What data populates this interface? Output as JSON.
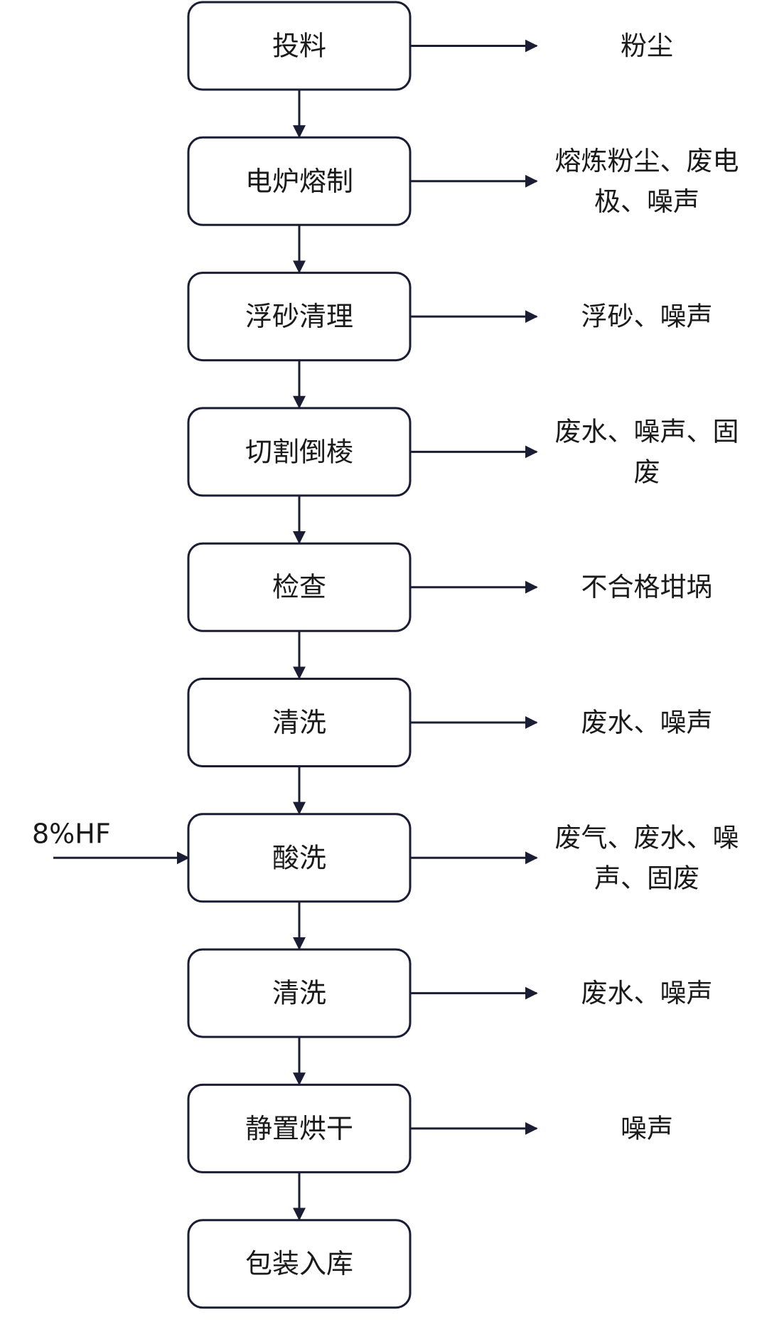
{
  "diagram": {
    "steps": [
      {
        "label": "投料",
        "output": [
          "粉尘"
        ]
      },
      {
        "label": "电炉熔制",
        "output": [
          "熔炼粉尘、废电",
          "极、噪声"
        ]
      },
      {
        "label": "浮砂清理",
        "output": [
          "浮砂、噪声"
        ]
      },
      {
        "label": "切割倒棱",
        "output": [
          "废水、噪声、固",
          "废"
        ]
      },
      {
        "label": "检查",
        "output": [
          "不合格坩埚"
        ]
      },
      {
        "label": "清洗",
        "output": [
          "废水、噪声"
        ]
      },
      {
        "label": "酸洗",
        "output": [
          "废气、废水、噪",
          "声、固废"
        ],
        "input": "8%HF"
      },
      {
        "label": "清洗",
        "output": [
          "废水、噪声"
        ]
      },
      {
        "label": "静置烘干",
        "output": [
          "噪声"
        ]
      },
      {
        "label": "包装入库",
        "output": []
      }
    ],
    "colors": {
      "stroke": "#1a1d33",
      "text": "#1a1a1a",
      "background": "#ffffff"
    }
  }
}
